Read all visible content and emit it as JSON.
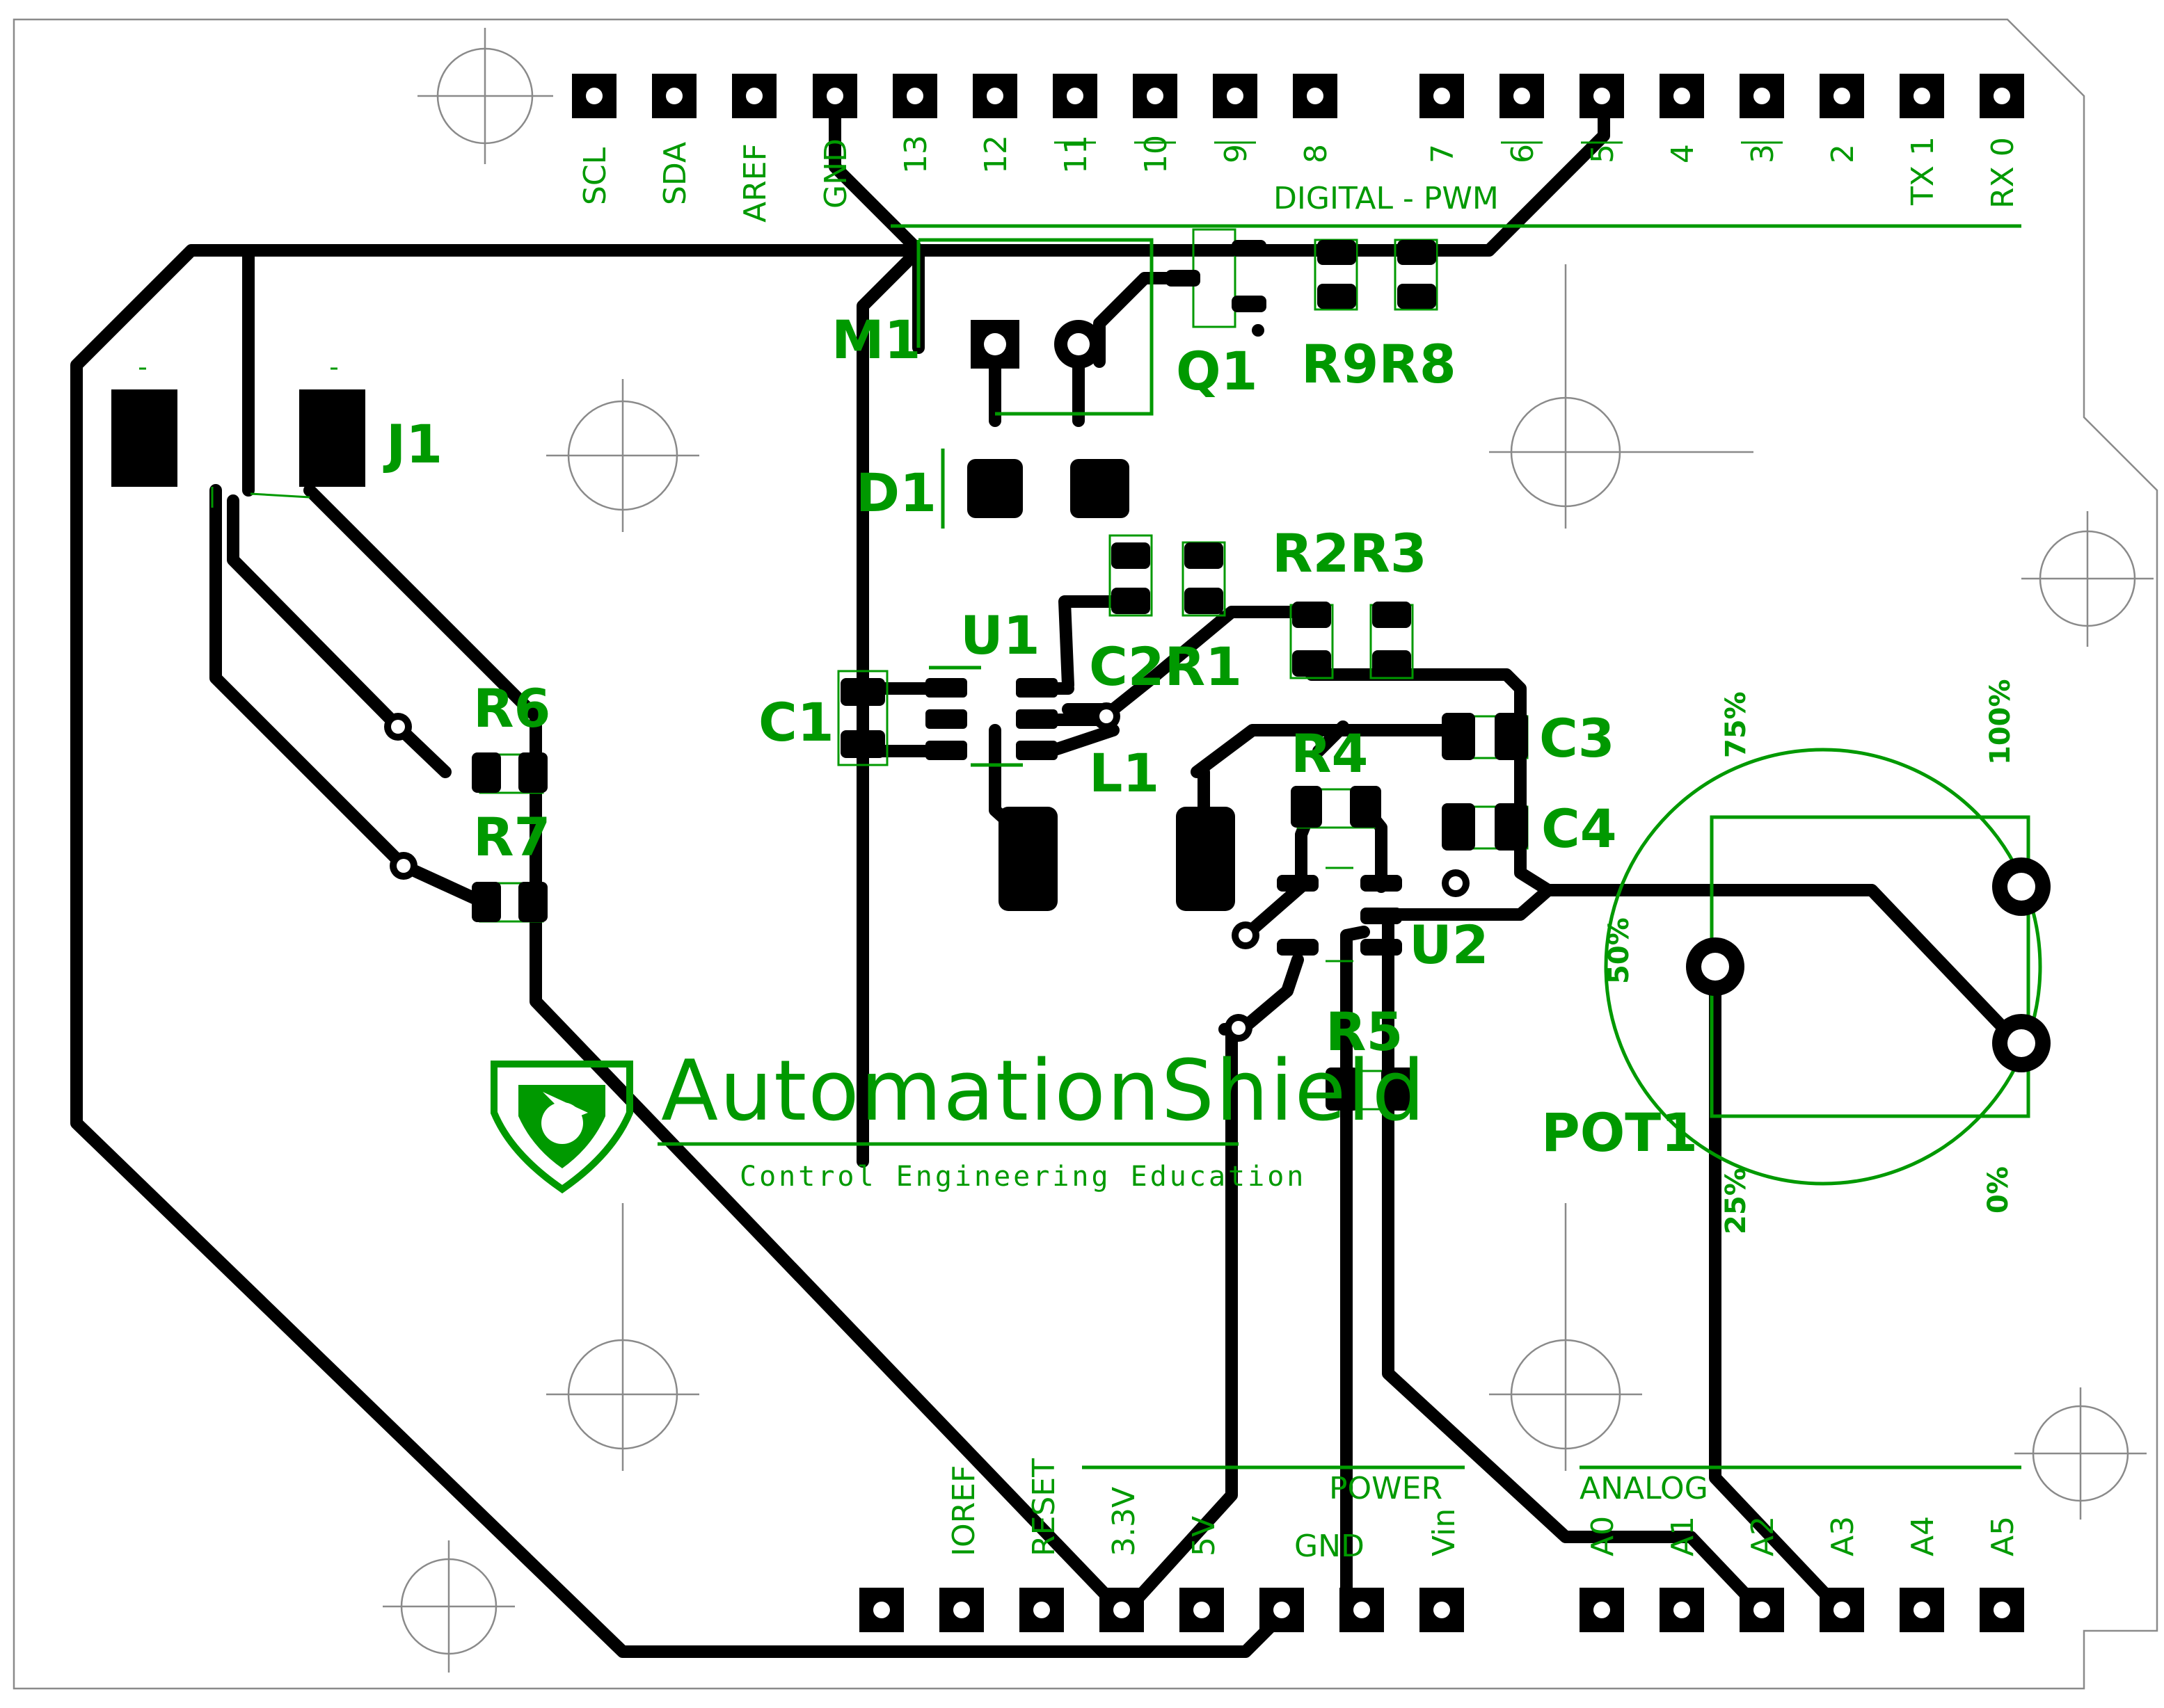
{
  "header_top": {
    "labels": [
      "SCL",
      "SDA",
      "AREF",
      "GND",
      "13",
      "12",
      "11",
      "10",
      "9",
      "8",
      "7",
      "6",
      "5",
      "4",
      "3",
      "2",
      "TX 1",
      "RX 0"
    ],
    "section": "DIGITAL - PWM"
  },
  "header_power": {
    "labels": [
      "IOREF",
      "RESET",
      "3.3V",
      "5V",
      "GND",
      "Vin"
    ],
    "section": "POWER"
  },
  "header_analog": {
    "labels": [
      "A0",
      "A1",
      "A2",
      "A3",
      "A4",
      "A5"
    ],
    "section": "ANALOG"
  },
  "components": {
    "M1": "M1",
    "Q1": "Q1",
    "R9R8": "R9R8",
    "J1": "J1",
    "D1": "D1",
    "R2R3": "R2R3",
    "U1": "U1",
    "C2R1": "C2R1",
    "C1": "C1",
    "L1": "L1",
    "R6": "R6",
    "R7": "R7",
    "R4": "R4",
    "C3": "C3",
    "C4": "C4",
    "U2": "U2",
    "R5": "R5",
    "POT1": "POT1"
  },
  "pot_marks": [
    "75%",
    "100%",
    "50%",
    "25%",
    "0%"
  ],
  "logo": {
    "name": "AutomationShield",
    "subtitle": "Control Engineering Education"
  },
  "colors": {
    "silkscreen": "#009900",
    "copper": "#000000",
    "outline": "#8a8a8a"
  }
}
